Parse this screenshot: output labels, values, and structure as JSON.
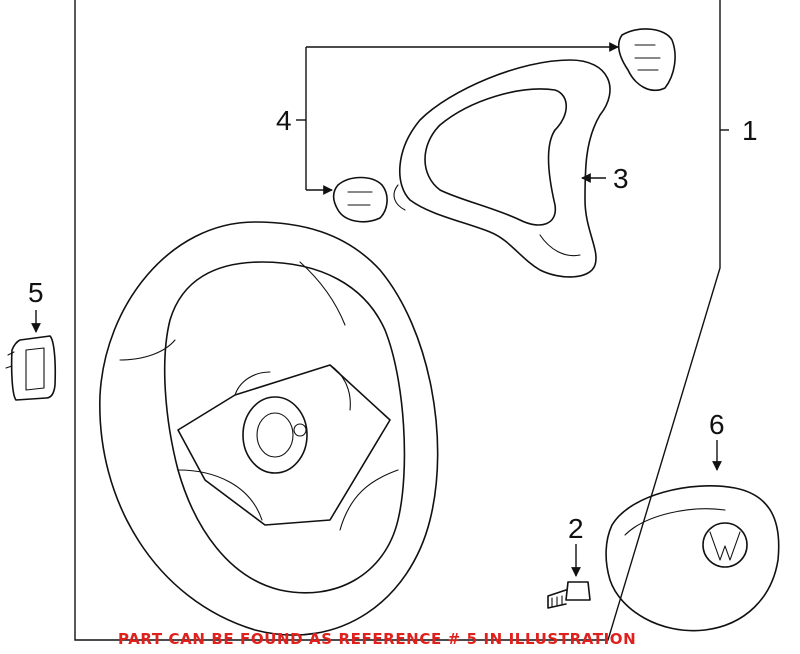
{
  "callouts": {
    "c1": "1",
    "c2": "2",
    "c3": "3",
    "c4": "4",
    "c5": "5",
    "c6": "6"
  },
  "caption": "PART CAN BE FOUND AS REFERENCE # 5 IN ILLUSTRATION",
  "colors": {
    "line": "#111111",
    "caption": "#e0201c",
    "background": "#ffffff"
  }
}
